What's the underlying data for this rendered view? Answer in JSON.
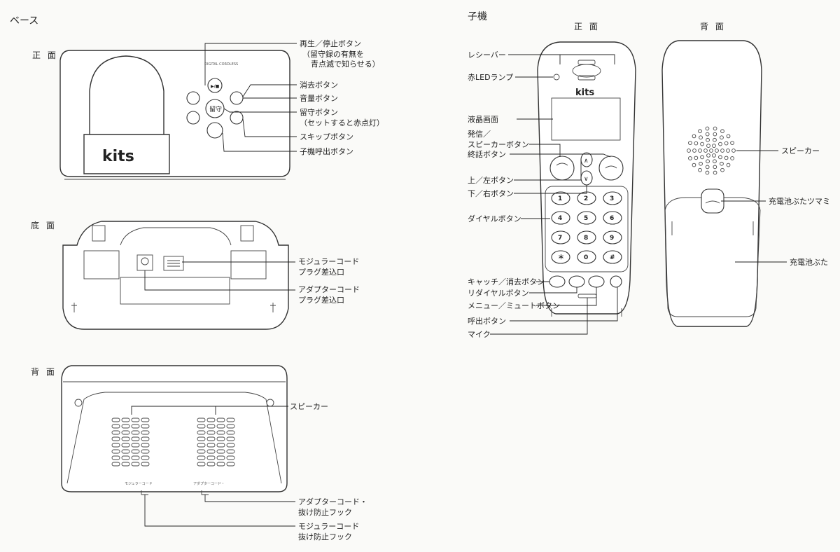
{
  "base": {
    "title": "ベース",
    "front": {
      "view": "正 面",
      "model_text": "DIGITAL CORDLESS",
      "logo": "kits",
      "labels": {
        "play_stop_1": "再生／停止ボタン",
        "play_stop_2": "（留守録の有無を",
        "play_stop_3": "青点滅で知らせる）",
        "erase": "消去ボタン",
        "volume": "音量ボタン",
        "answer_1": "留守ボタン",
        "answer_2": "（セットすると赤点灯）",
        "skip": "スキップボタン",
        "page": "子機呼出ボタン"
      },
      "answer_button_text": "留守"
    },
    "bottom": {
      "view": "底 面",
      "labels": {
        "modular_1": "モジュラーコード",
        "modular_2": "プラグ差込口",
        "adapter_1": "アダプターコード",
        "adapter_2": "プラグ差込口"
      }
    },
    "back": {
      "view": "背 面",
      "labels": {
        "speaker": "スピーカー",
        "adapter_hook_1": "アダプターコード・",
        "adapter_hook_2": "抜け防止フック",
        "modular_hook_1": "モジュラーコード",
        "modular_hook_2": "抜け防止フック"
      }
    }
  },
  "handset": {
    "title": "子機",
    "front": {
      "view": "正 面",
      "logo": "kits",
      "labels": {
        "receiver": "レシーバー",
        "red_led": "赤LEDランプ",
        "lcd": "液晶画面",
        "talk_1": "発信／",
        "talk_2": "スピーカーボタン",
        "end": "終話ボタン",
        "up_left": "上／左ボタン",
        "down_right": "下／右ボタン",
        "dial": "ダイヤルボタン",
        "catch_erase": "キャッチ／消去ボタン",
        "redial": "リダイヤルボタン",
        "menu_mute": "メニュー／ミュートボタン",
        "page": "呼出ボタン",
        "mic": "マイク"
      },
      "keys": [
        "1",
        "2",
        "3",
        "4",
        "5",
        "6",
        "7",
        "8",
        "9",
        "＊",
        "0",
        "#"
      ]
    },
    "back": {
      "view": "背 面",
      "labels": {
        "speaker": "スピーカー",
        "battery_tab": "充電池ぶたツマミ",
        "battery_cover": "充電池ぶた"
      }
    }
  }
}
